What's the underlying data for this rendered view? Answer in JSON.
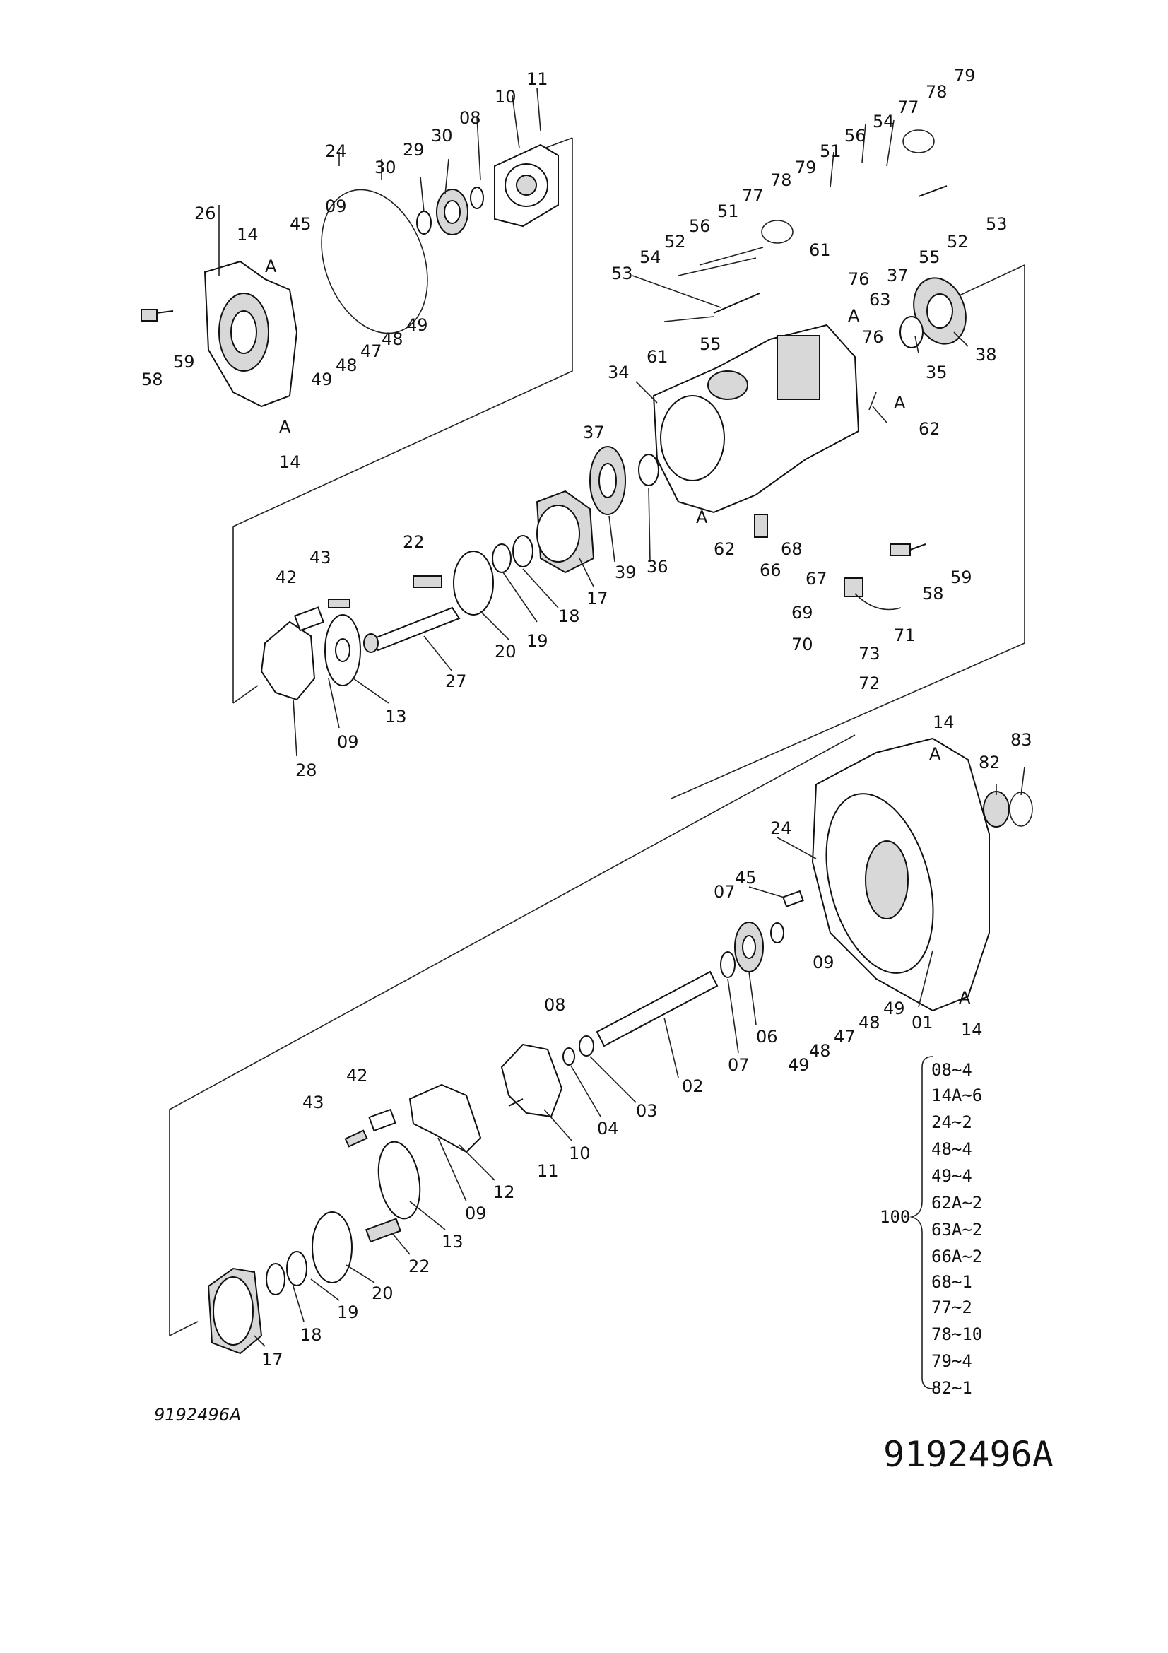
{
  "drawing_number": "9192496A",
  "caption": "9192496A",
  "kit": {
    "number": "100",
    "items": [
      "08~4",
      "14A~6",
      "24~2",
      "48~4",
      "49~4",
      "62A~2",
      "63A~2",
      "66A~2",
      "68~1",
      "77~2",
      "78~10",
      "79~4",
      "82~1"
    ]
  },
  "upper_labels": [
    "11",
    "10",
    "08",
    "30",
    "29",
    "30",
    "24",
    "09",
    "26",
    "14",
    "A",
    "45",
    "49",
    "48",
    "47",
    "48",
    "49",
    "58",
    "59",
    "A",
    "14",
    "79",
    "78",
    "77",
    "54",
    "56",
    "51",
    "53",
    "52",
    "55",
    "79",
    "78",
    "77",
    "51",
    "56",
    "52",
    "54",
    "53",
    "55",
    "61",
    "76",
    "63",
    "A",
    "37",
    "76",
    "38",
    "35",
    "61",
    "34",
    "A",
    "62",
    "37",
    "36",
    "39",
    "17",
    "A",
    "62",
    "66",
    "68",
    "67",
    "69",
    "70",
    "71",
    "73",
    "72",
    "59",
    "58",
    "22",
    "43",
    "42",
    "20",
    "19",
    "18",
    "27",
    "13",
    "09",
    "28"
  ],
  "lower_labels": [
    "14",
    "A",
    "83",
    "82",
    "24",
    "45",
    "07",
    "09",
    "01",
    "A",
    "14",
    "49",
    "48",
    "47",
    "48",
    "49",
    "06",
    "07",
    "02",
    "08",
    "03",
    "04",
    "10",
    "11",
    "42",
    "43",
    "12",
    "09",
    "13",
    "22",
    "20",
    "19",
    "18",
    "17"
  ]
}
